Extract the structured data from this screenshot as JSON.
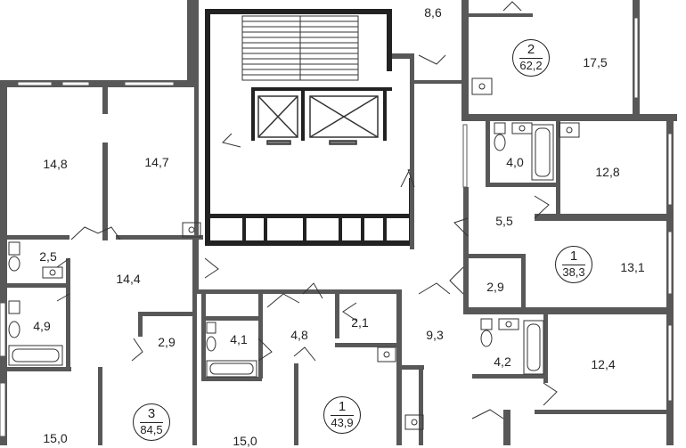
{
  "rooms": [
    {
      "id": "r1",
      "label": "8,6"
    },
    {
      "id": "r2",
      "label": "17,5"
    },
    {
      "id": "r3",
      "label": "14,8"
    },
    {
      "id": "r4",
      "label": "14,7"
    },
    {
      "id": "r5",
      "label": "4,0"
    },
    {
      "id": "r6",
      "label": "12,8"
    },
    {
      "id": "r7",
      "label": "5,5"
    },
    {
      "id": "r8",
      "label": "2,5"
    },
    {
      "id": "r9",
      "label": "14,4"
    },
    {
      "id": "r10",
      "label": "13,1"
    },
    {
      "id": "r11",
      "label": "2,9"
    },
    {
      "id": "r12",
      "label": "4,9"
    },
    {
      "id": "r13",
      "label": "2,9"
    },
    {
      "id": "r14",
      "label": "4,1"
    },
    {
      "id": "r15",
      "label": "4,8"
    },
    {
      "id": "r16",
      "label": "2,1"
    },
    {
      "id": "r17",
      "label": "9,3"
    },
    {
      "id": "r18",
      "label": "4,2"
    },
    {
      "id": "r19",
      "label": "12,4"
    },
    {
      "id": "r20",
      "label": "15,0"
    },
    {
      "id": "r21",
      "label": "15,0"
    }
  ],
  "apartments": [
    {
      "id": "a1",
      "number": "2",
      "area": "62,2"
    },
    {
      "id": "a2",
      "number": "1",
      "area": "38,3"
    },
    {
      "id": "a3",
      "number": "3",
      "area": "84,5"
    },
    {
      "id": "a4",
      "number": "1",
      "area": "43,9"
    }
  ],
  "colors": {
    "wall": "#555555",
    "core_wall": "#222222",
    "window": "#ffffff",
    "fixture": "#333333"
  }
}
